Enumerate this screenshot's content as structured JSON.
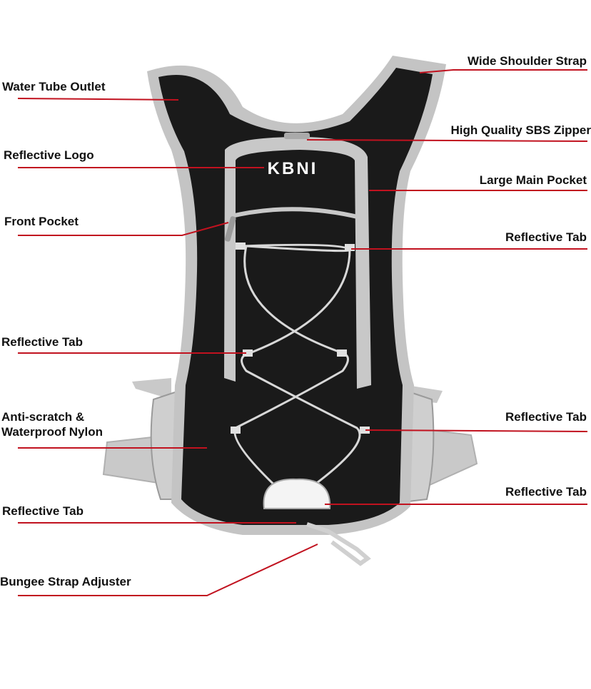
{
  "brand": {
    "logo_text": "KBNI"
  },
  "colors": {
    "leader_line": "#c1121f",
    "pack_body": "#1a1a1a",
    "pack_trim": "#c4c4c4",
    "cord": "#d8d8d8"
  },
  "labels": {
    "water_tube_outlet": "Water Tube Outlet",
    "reflective_logo": "Reflective Logo",
    "front_pocket": "Front Pocket",
    "reflective_tab_left_1": "Reflective Tab",
    "anti_scratch_line1": "Anti-scratch &",
    "anti_scratch_line2": "Waterproof Nylon",
    "reflective_tab_left_2": "Reflective Tab",
    "bungee_strap_adjuster": "Bungee Strap Adjuster",
    "wide_shoulder_strap": "Wide Shoulder Strap",
    "high_quality_sbs_zipper": "High Quality SBS Zipper",
    "large_main_pocket": "Large Main Pocket",
    "reflective_tab_right_1": "Reflective Tab",
    "reflective_tab_right_2": "Reflective Tab",
    "reflective_tab_right_3": "Reflective Tab"
  }
}
